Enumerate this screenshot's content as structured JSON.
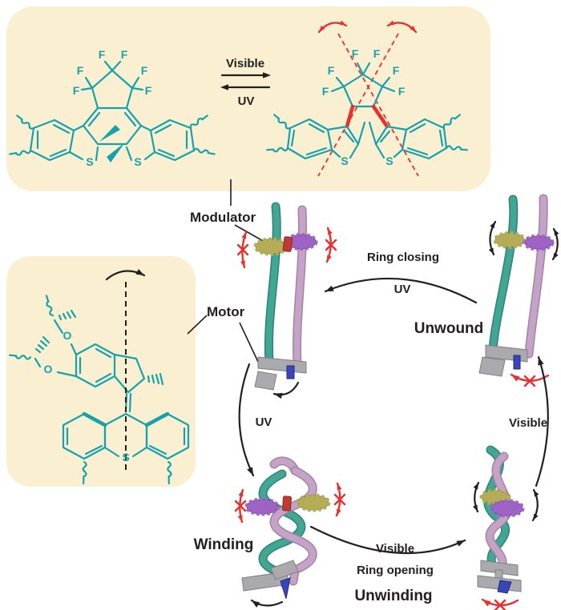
{
  "palette": {
    "box_cream": "#FAF0D1",
    "structure_teal": "#14A3AD",
    "alert_red": "#E8302E",
    "text_black": "#231F20",
    "strand_teal": "#41A693",
    "strand_pink": "#C5A3C7",
    "gear_yellow": "#B5AC58",
    "gear_purple": "#9F63C5",
    "link_red": "#BF3A34",
    "base_gray": "#A9A9AE",
    "motor_blue": "#3846B8"
  },
  "atoms": {
    "F": "F",
    "S": "S",
    "O": "O"
  },
  "equilibrium": {
    "forward": "Visible",
    "backward": "UV"
  },
  "callouts": {
    "modulator": "Modulator",
    "motor": "Motor"
  },
  "cycle": {
    "states": {
      "unwound": "Unwound",
      "winding": "Winding",
      "unwinding": "Unwinding"
    },
    "transitions": {
      "unwound_to_closed": {
        "line1": "Ring closing",
        "line2": "UV"
      },
      "closed_to_winding": {
        "label": "UV"
      },
      "winding_to_unwinding": {
        "line1": "Visible",
        "line2": "Ring opening"
      },
      "unwinding_to_unwound": {
        "label": "Visible"
      }
    }
  }
}
